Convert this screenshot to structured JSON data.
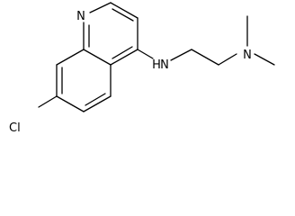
{
  "molecule": {
    "atoms": {
      "ring_n": "N",
      "amine_nh": "N",
      "amine_h": "H",
      "dimethyl_n": "N",
      "chlorine": "Cl"
    }
  }
}
